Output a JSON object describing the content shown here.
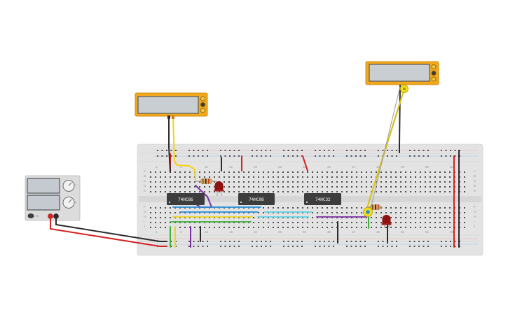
{
  "circuit": {
    "chips": [
      {
        "id": "u1",
        "label": "74HC86"
      },
      {
        "id": "u2",
        "label": "74HC08"
      },
      {
        "id": "u3",
        "label": "74HC32"
      }
    ],
    "breadboard": {
      "row_letters_top": [
        "A",
        "B",
        "C",
        "D",
        "E"
      ],
      "row_letters_bottom": [
        "F",
        "G",
        "H",
        "I",
        "J"
      ],
      "column_numbers": [
        "1",
        "5",
        "10",
        "15",
        "20",
        "25",
        "30",
        "35",
        "40",
        "45",
        "50",
        "55",
        "60"
      ]
    },
    "power_supply": {
      "button_label": "ON",
      "knob_labels": [
        "V",
        "A"
      ]
    },
    "colors": {
      "multimeter_body": "#f2a81c",
      "wire_red": "#d62222",
      "wire_black": "#2b2b2b",
      "wire_yellow": "#f2d31a",
      "wire_purple": "#7b2fa0",
      "wire_blue": "#2a8ed8",
      "wire_green": "#3fae3a",
      "wire_cyan": "#5fd3df",
      "led_red": "#8e1212",
      "probe_yellow": "#f3df1b"
    }
  }
}
